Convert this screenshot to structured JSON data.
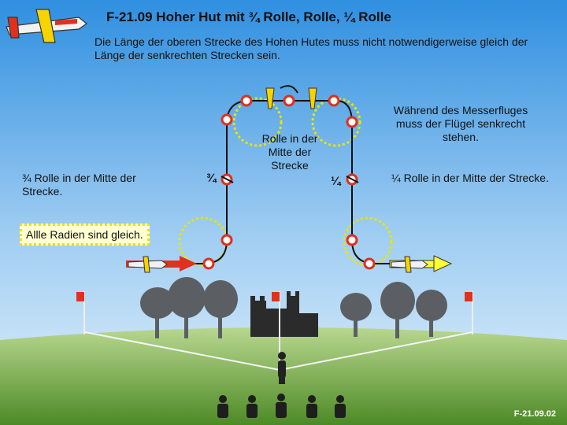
{
  "title": "F-21.09 Hoher Hut mit ¾ Rolle, Rolle, ¼ Rolle",
  "intro": "Die Länge der oberen Strecke des Hohen Hutes muss nicht notwendigerweise gleich der Länge der senkrechten Strecken sein.",
  "labels": {
    "three_quarter_roll": "¾ Rolle in der Mitte der Strecke.",
    "full_roll": "Rolle in der Mitte der Strecke",
    "knife_edge": "Während des Messerfluges muss der Flügel senkrecht stehen.",
    "quarter_roll": "¼ Rolle in der Mitte der Strecke.",
    "fraction_three_quarter": "¾",
    "fraction_quarter": "¼",
    "radii_note": "Allle Radien sind gleich."
  },
  "figure_id": "F-21.09.02",
  "colors": {
    "sky_top": "#2f8fe0",
    "sky_bottom": "#cfe6f8",
    "ground": "#6fa83c",
    "path": "#111111",
    "marker": "#e0301e",
    "radius_circle": "#e6e600",
    "arrow_start": "#e0301e",
    "arrow_end": "#ffff33"
  }
}
